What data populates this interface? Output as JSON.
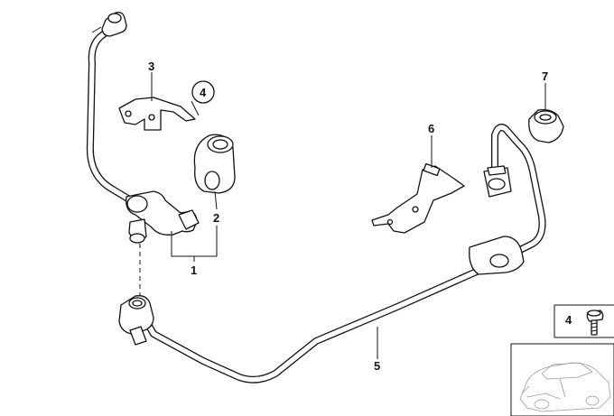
{
  "callouts": {
    "c1": "1",
    "c2": "2",
    "c3": "3",
    "c4": "4",
    "c5": "5",
    "c6": "6",
    "c7": "7",
    "inset_number": "4"
  },
  "icons": [
    "pipe",
    "pressure-sensor",
    "clamp",
    "holder",
    "bracket",
    "grommet",
    "screw",
    "car-thumbnail"
  ]
}
